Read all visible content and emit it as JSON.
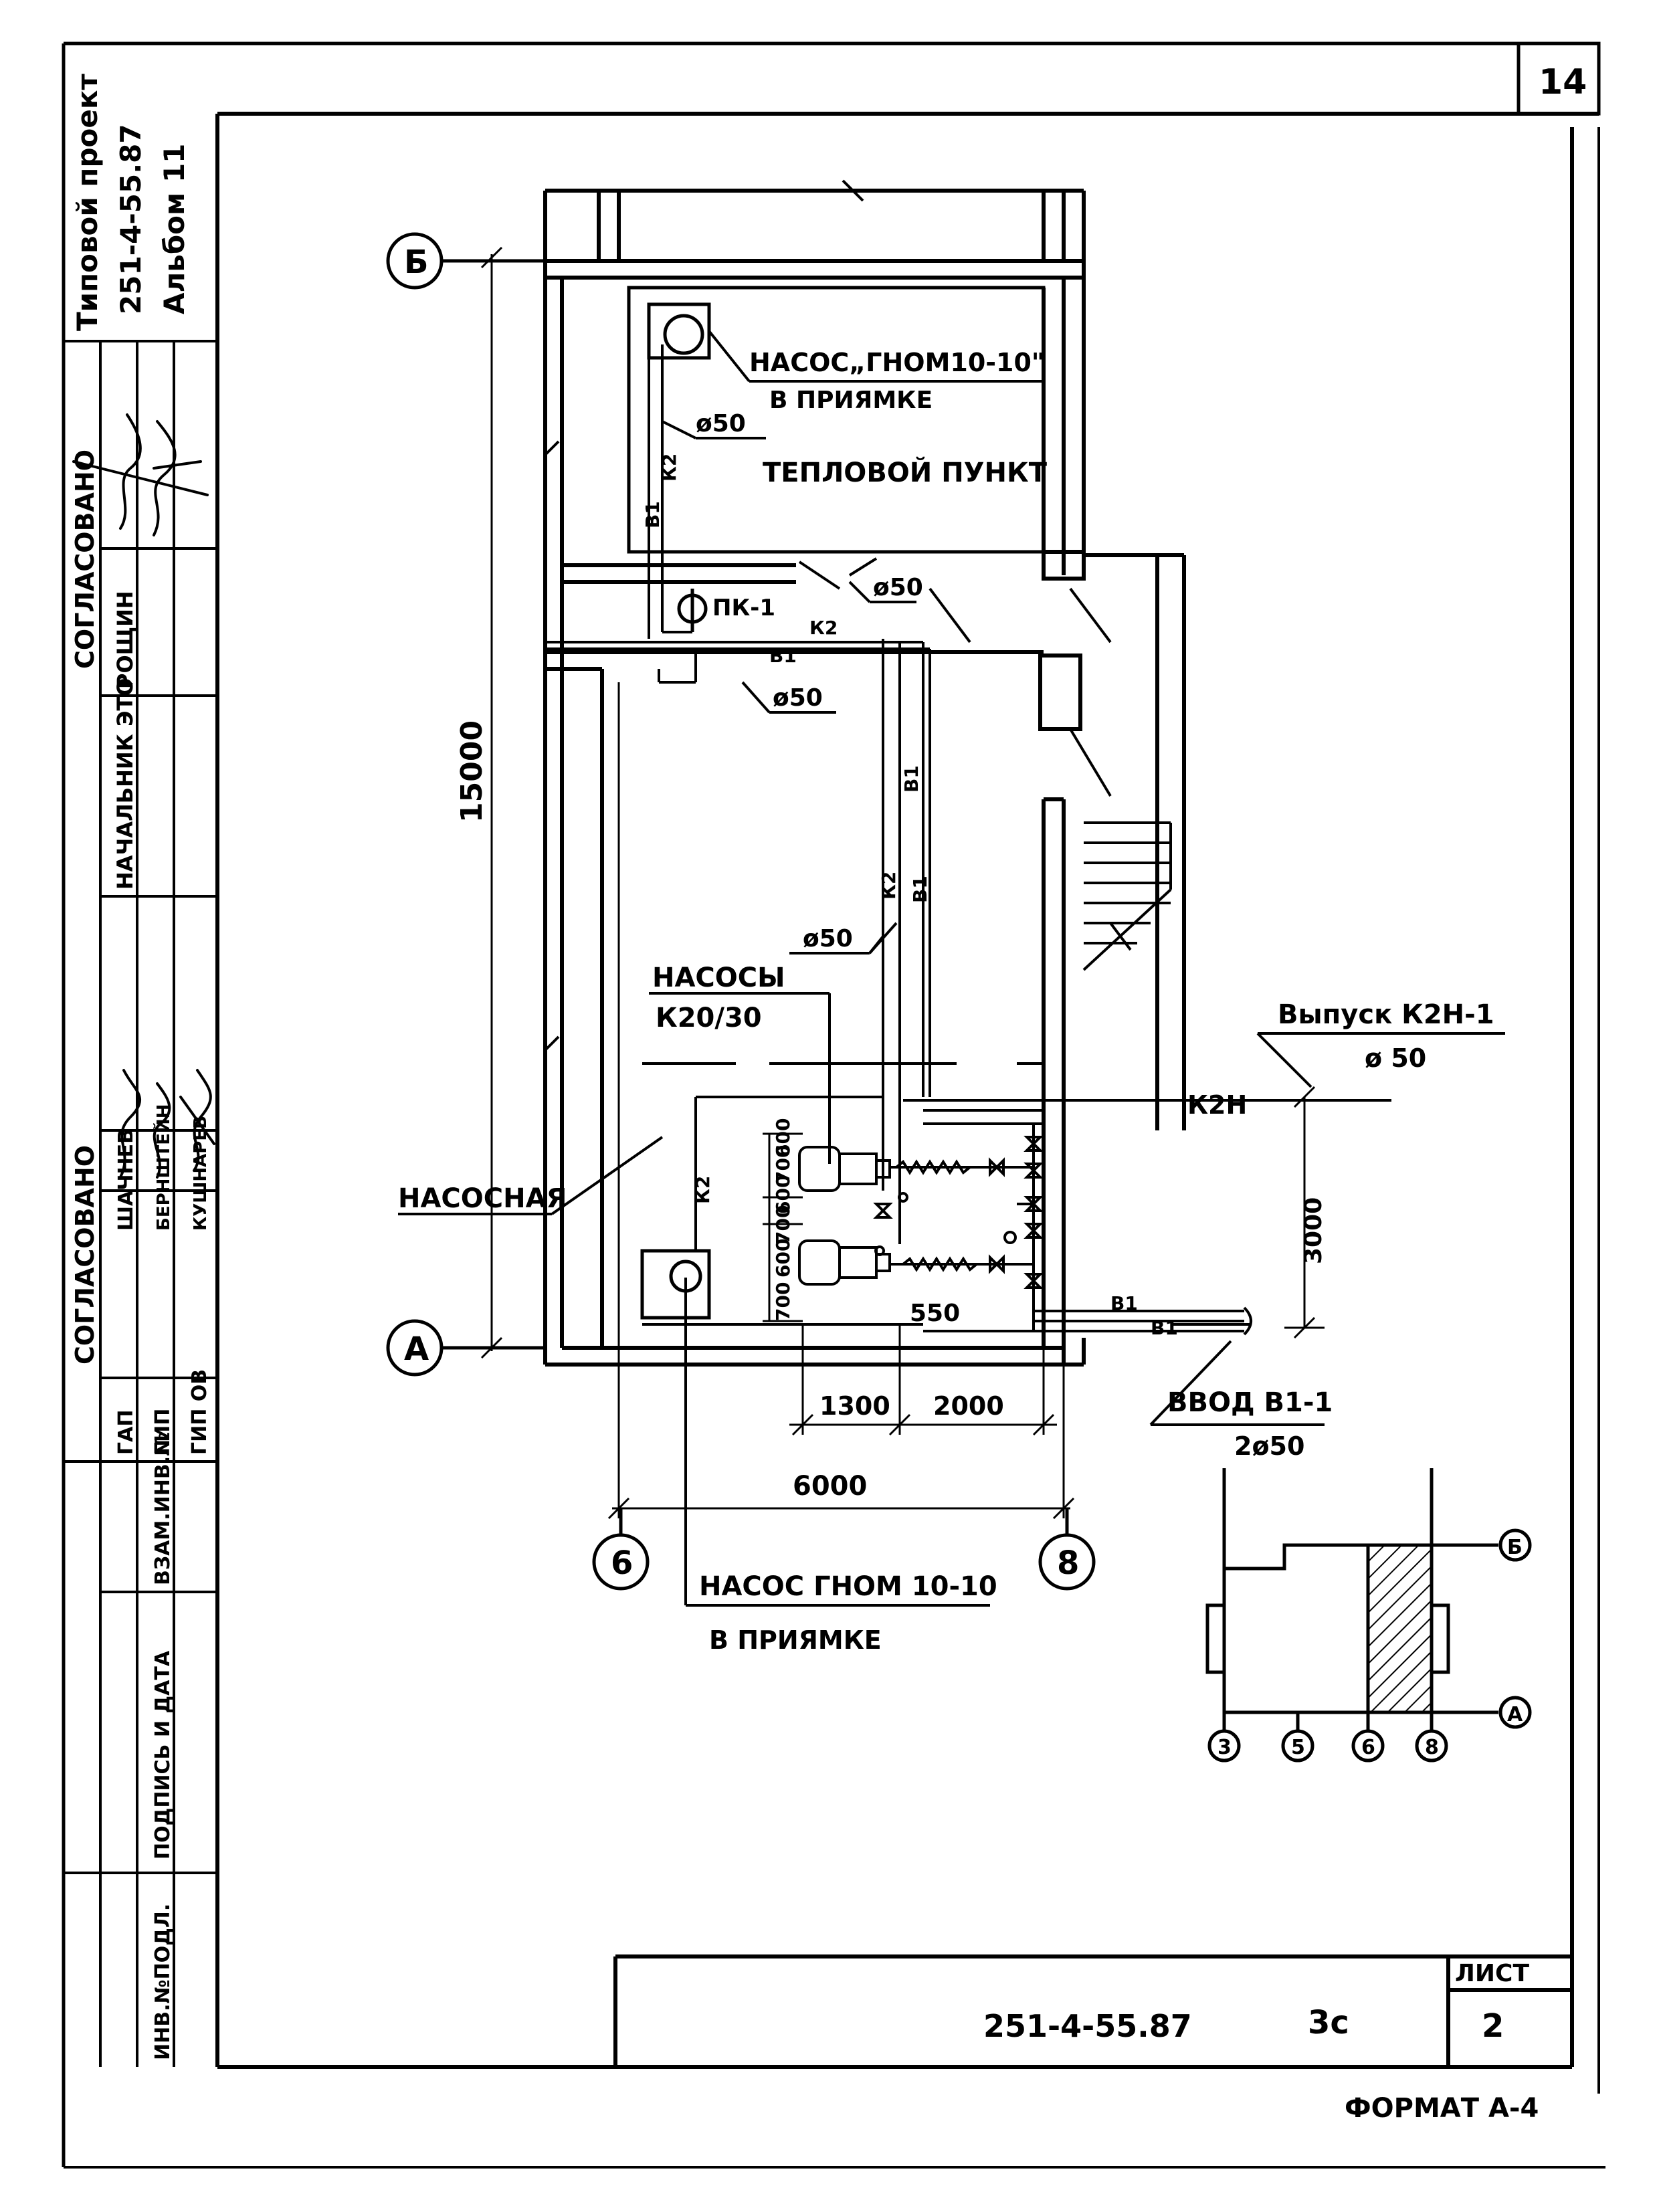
{
  "sheet_number": "14",
  "stamp": {
    "line1": "Типовой проект",
    "line2": "251-4-55.87",
    "line3": "Альбом 11"
  },
  "side_panel": {
    "soglasovano_top": "СОГЛАСОВАНО",
    "soglasovano_bottom": "СОГЛАСОВАНО",
    "col_nachalnik": "НАЧАЛЬНИК ЭТО",
    "col_roshchin": "РОЩИН",
    "sig_row_names": [
      "ШАЧНЕВ",
      "БЕРНШТЕЙН",
      "КУШНАРЕВ"
    ],
    "sig_row_roles": [
      "ГАП",
      "ГИП",
      "ГИП ОВ"
    ],
    "col_vzam": "ВЗАМ.ИНВ.№",
    "col_podpis": "ПОДПИСЬ И ДАТА",
    "col_inv": "ИНВ.№ПОДЛ."
  },
  "labels": {
    "pump_gnom_top": "НАСОС„ГНОМ10-10\"",
    "v_priyamke_top": "В ПРИЯМКЕ",
    "teplovoy_punkt": "ТЕПЛОВОЙ ПУНКТ",
    "pk1": "ПК-1",
    "d50": "ø50",
    "nasosy": "НАСОСЫ",
    "k2030": "К20/30",
    "nasosnaya": "НАСОСНАЯ",
    "vypusk": "Выпуск К2Н-1",
    "vypusk_d": "ø 50",
    "k2h": "К2Н",
    "vvod": "ВВОД В1-1",
    "vvod_d": "2ø50",
    "pump_gnom_bottom": "НАСОС ГНОМ 10-10",
    "v_priyamke_bottom": "В ПРИЯМКЕ",
    "b1": "В1",
    "k2": "К2"
  },
  "dimensions": {
    "d15000": "15000",
    "d6000": "6000",
    "d1300": "1300",
    "d2000": "2000",
    "d550": "550",
    "d3000": "3000",
    "d700a": "700",
    "d600a": "600",
    "d700b": "700",
    "d600b": "600",
    "d700c": "700",
    "d600c": "600"
  },
  "axes": {
    "b": "Б",
    "a": "А",
    "six": "6",
    "eight": "8"
  },
  "key_plan": {
    "axis_b": "Б",
    "axis_a": "А",
    "c3": "3",
    "c5": "5",
    "c6": "6",
    "c8": "8"
  },
  "title_block": {
    "code": "251-4-55.87",
    "mark": "3с",
    "list_label": "ЛИСТ",
    "list_number": "2"
  },
  "format": "ФОРМАТ А-4"
}
